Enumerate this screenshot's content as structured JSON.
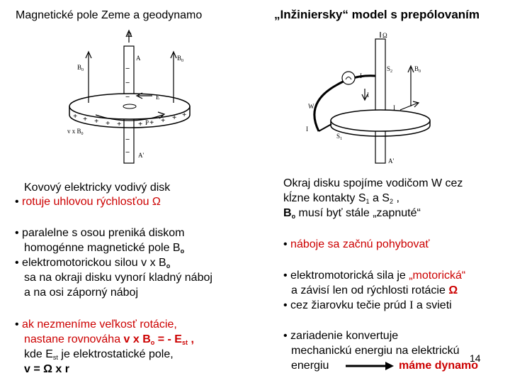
{
  "left": {
    "title": "Magnetické pole Zeme a geodynamo",
    "diagram": {
      "labels": {
        "omega": "Ω",
        "a": "A",
        "b0_left": "B",
        "b0_left_sub": "0",
        "b0_right": "B",
        "b0_right_sub": "0",
        "e": "E",
        "p": "P",
        "vxb": "v x B",
        "vxb_sub": "0",
        "a_prime": "A'"
      }
    },
    "p1_line1": "Kovový elektricky vodivý disk",
    "p1_line2_bullet": "• ",
    "p1_line2": "rotuje uhlovou rýchlosťou Ω",
    "p2_line1": "• paralelne s osou preniká diskom",
    "p2_line2": "homogénne magnetické pole B",
    "p2_line2_sub": "o",
    "p2_line3": "• elektromotorickou silou  v x B",
    "p2_line3_sub": "o",
    "p2_line4": "sa na okraji disku vynorí kladný náboj",
    "p2_line5": "a na osi záporný náboj",
    "p3_line1_bullet": "• ",
    "p3_line1": "ak nezmeníme veľkosť rotácie,",
    "p3_line2a": "nastane rovnováha ",
    "p3_line2b": "v x B",
    "p3_line2b_sub": "o",
    "p3_line2c": " = - E",
    "p3_line2c_sub": "st",
    "p3_line2d": " ,",
    "p3_line3a": "kde E",
    "p3_line3a_sub": "st",
    "p3_line3b": " je elektrostatické pole,",
    "p3_line4": "v = Ω x r"
  },
  "right": {
    "title": "„Inžiniersky“ model s prepólovaním",
    "diagram": {
      "labels": {
        "omega": "Ω",
        "b0": "B",
        "b0_sub": "0",
        "i1": "I",
        "i2": "I",
        "i3": "I",
        "i4": "I",
        "s2": "S",
        "s2_sub": "2",
        "w": "W",
        "s1": "S",
        "s1_sub": "1",
        "a_prime": "A'"
      }
    },
    "p1_line1": "Okraj disku spojíme vodičom W cez",
    "p1_line2a": "kĺzne kontakty S",
    "p1_line2a_sub": "1",
    "p1_line2b": " a S",
    "p1_line2b_sub": "2",
    "p1_line2c": " ,",
    "p1_line3a": "B",
    "p1_line3a_sub": "o",
    "p1_line3b": " musí byť stále „zapnuté“",
    "p2_bullet": "• ",
    "p2": "náboje sa začnú pohybovať",
    "p3_line1a": "• elektromotorická sila je ",
    "p3_line1b": "„motorická“",
    "p3_line2a": "a závisí len od rýchlosti rotácie ",
    "p3_line2b": "Ω",
    "p3_line3a": "• cez žiarovku tečie prúd ",
    "p3_line3b": "I",
    "p3_line3c": "  a svieti",
    "p4_line1": "• zariadenie konvertuje",
    "p4_line2": "mechanickú energiu na elektrickú",
    "p4_line3": "energiu",
    "p4_result": "máme dynamo"
  },
  "page_number": "14"
}
